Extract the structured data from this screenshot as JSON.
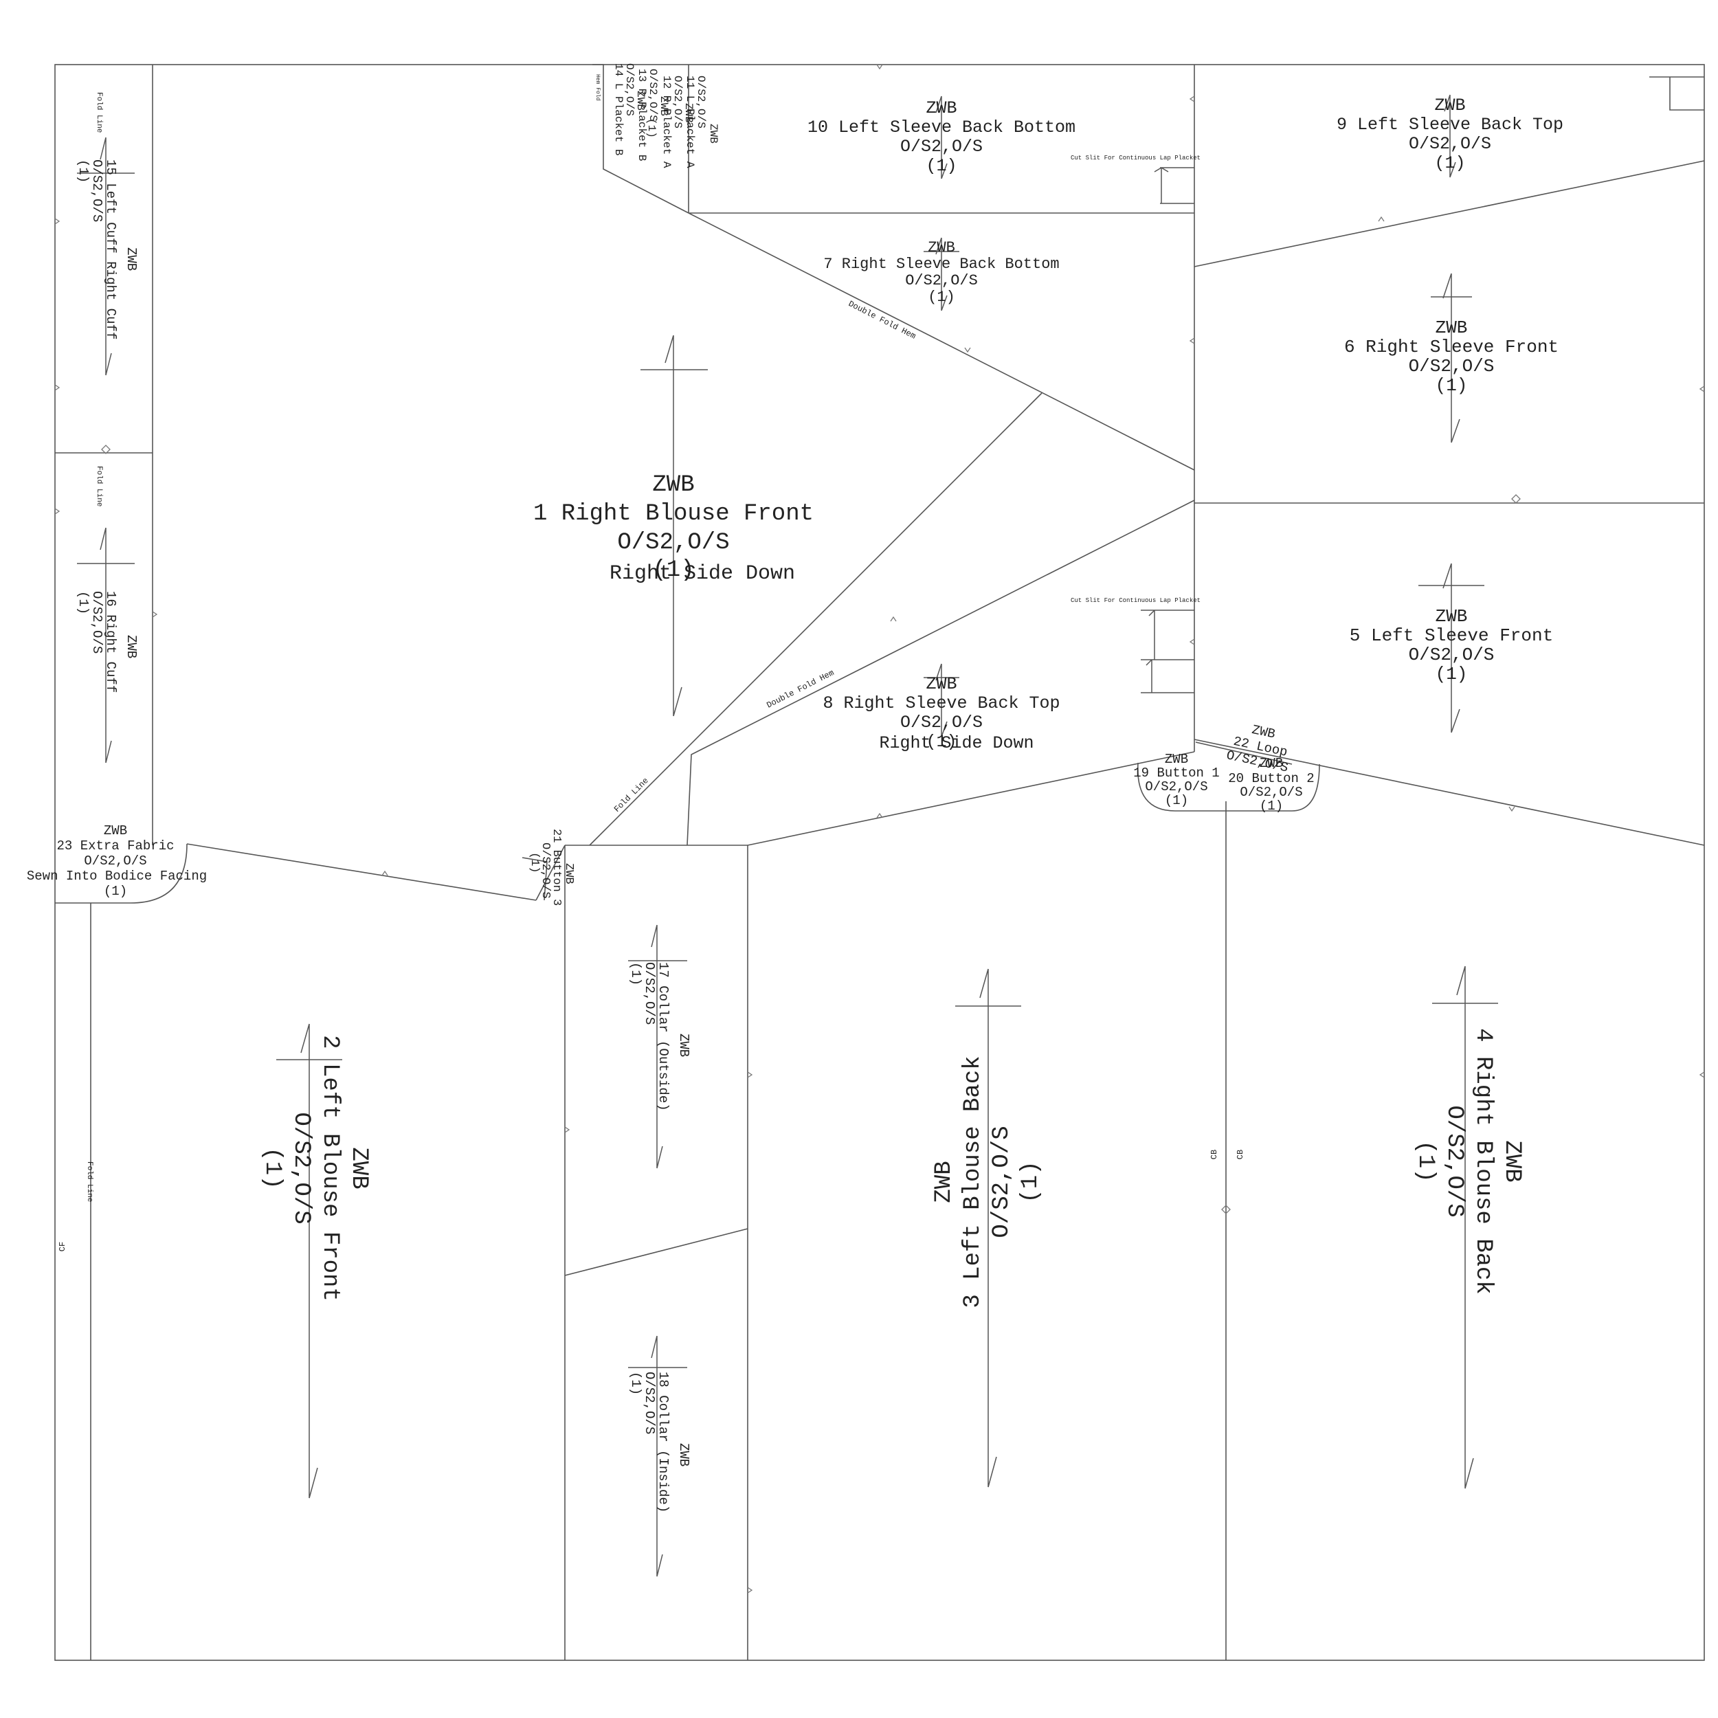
{
  "colors": {
    "line": "#555555",
    "text": "#222222",
    "background": "#ffffff"
  },
  "pieces": [
    {
      "id": "p1",
      "lines": [
        "ZWB",
        "1 Right Blouse Front",
        "O/S2,O/S",
        "(1)",
        "Right Side Down"
      ]
    },
    {
      "id": "p2",
      "lines": [
        "ZWB",
        "2 Left Blouse Front",
        "O/S2,O/S",
        "(1)"
      ]
    },
    {
      "id": "p3",
      "lines": [
        "ZWB",
        "3 Left Blouse Back",
        "O/S2,O/S",
        "(1)"
      ]
    },
    {
      "id": "p4",
      "lines": [
        "ZWB",
        "4 Right Blouse Back",
        "O/S2,O/S",
        "(1)"
      ]
    },
    {
      "id": "p5",
      "lines": [
        "ZWB",
        "5 Left Sleeve Front",
        "O/S2,O/S",
        "(1)"
      ]
    },
    {
      "id": "p6",
      "lines": [
        "ZWB",
        "6 Right Sleeve Front",
        "O/S2,O/S",
        "(1)"
      ]
    },
    {
      "id": "p7",
      "lines": [
        "ZWB",
        "7 Right Sleeve Back Bottom",
        "O/S2,O/S",
        "(1)"
      ]
    },
    {
      "id": "p8",
      "lines": [
        "ZWB",
        "8 Right Sleeve Back Top",
        "O/S2,O/S",
        "(1)",
        "Right Side Down"
      ]
    },
    {
      "id": "p9",
      "lines": [
        "ZWB",
        "9 Left Sleeve Back Top",
        "O/S2,O/S",
        "(1)"
      ]
    },
    {
      "id": "p10",
      "lines": [
        "ZWB",
        "10 Left Sleeve Back Bottom",
        "O/S2,O/S",
        "(1)"
      ]
    },
    {
      "id": "p11",
      "lines": [
        "ZWB",
        "11 L Placket A",
        "O/S2,O/S"
      ]
    },
    {
      "id": "p12",
      "lines": [
        "ZWB",
        "12 R Placket A",
        "O/S2,O/S"
      ]
    },
    {
      "id": "p13",
      "lines": [
        "ZWB",
        "13 R Placket B",
        "O/S2,O/S"
      ]
    },
    {
      "id": "p14",
      "lines": [
        "ZWB",
        "14 L Placket B",
        "O/S2,O/S",
        "(1)"
      ]
    },
    {
      "id": "p15",
      "lines": [
        "ZWB",
        "15 Left Cuff Right Cuff",
        "O/S2,O/S",
        "(1)"
      ]
    },
    {
      "id": "p16",
      "lines": [
        "ZWB",
        "16 Right Cuff",
        "O/S2,O/S",
        "(1)"
      ]
    },
    {
      "id": "p17",
      "lines": [
        "ZWB",
        "17 Collar (Outside)",
        "O/S2,O/S",
        "(1)"
      ]
    },
    {
      "id": "p18",
      "lines": [
        "ZWB",
        "18 Collar (Inside)",
        "O/S2,O/S",
        "(1)"
      ]
    },
    {
      "id": "p19",
      "lines": [
        "ZWB",
        "19 Button 1",
        "O/S2,O/S",
        "(1)"
      ]
    },
    {
      "id": "p20",
      "lines": [
        "ZWB",
        "20 Button 2",
        "O/S2,O/S",
        "(1)"
      ]
    },
    {
      "id": "p21",
      "lines": [
        "ZWB",
        "21 Button 3",
        "O/S2,O/S",
        "(1)"
      ]
    },
    {
      "id": "p22",
      "lines": [
        "ZWB",
        "22 Loop",
        "O/S2,O/S"
      ]
    },
    {
      "id": "p23",
      "lines": [
        "ZWB",
        "23 Extra Fabric",
        "O/S2,O/S",
        "Sewn Into Bodice Facing",
        "(1)"
      ]
    }
  ],
  "annotations": {
    "fold_line": "Fold Line",
    "double_fold_hem": "Double Fold Hem",
    "hem_fold": "Hem Fold",
    "cut_slit": "Cut Slit For Continuous Lap Placket",
    "center_back": "CB",
    "center_front": "CF"
  }
}
